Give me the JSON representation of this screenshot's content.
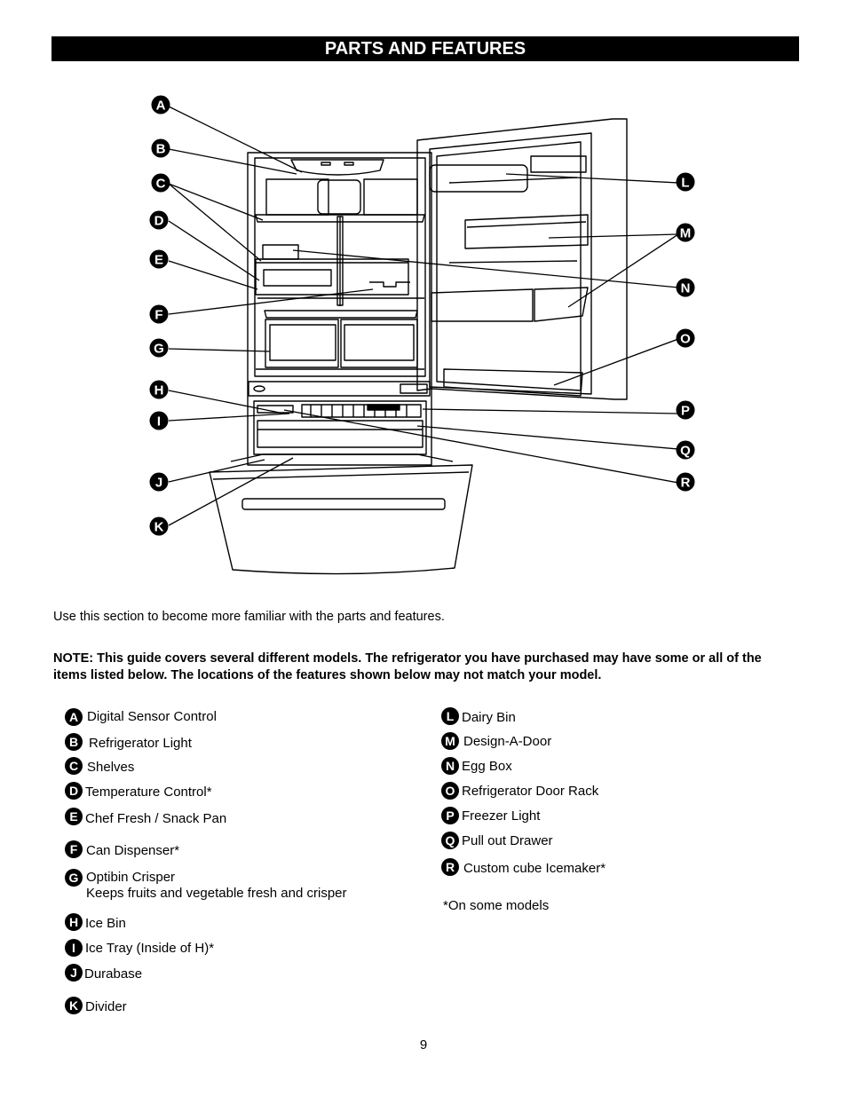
{
  "header": {
    "title": "PARTS AND FEATURES"
  },
  "intro": "Use this section to become more familiar with the parts and features.",
  "note": "NOTE: This guide covers several different models. The refrigerator you have purchased may have some or all of the items listed below. The locations of the features shown below may not match your model.",
  "callouts": [
    "A",
    "B",
    "C",
    "D",
    "E",
    "F",
    "G",
    "H",
    "I",
    "J",
    "K",
    "L",
    "M",
    "N",
    "O",
    "P",
    "Q",
    "R"
  ],
  "left_items": [
    {
      "letter": "A",
      "label": "Digital Sensor Control"
    },
    {
      "letter": "B",
      "label": "Refrigerator Light"
    },
    {
      "letter": "C",
      "label": "Shelves"
    },
    {
      "letter": "D",
      "label": "Temperature Control*"
    },
    {
      "letter": "E",
      "label": "Chef Fresh / Snack Pan"
    },
    {
      "letter": "F",
      "label": "Can Dispenser*"
    },
    {
      "letter": "G",
      "label": "Optibin Crisper",
      "sublabel": "Keeps fruits and vegetable fresh and crisper"
    },
    {
      "letter": "H",
      "label": "Ice Bin"
    },
    {
      "letter": "I",
      "label": "Ice Tray (Inside of H)*"
    },
    {
      "letter": "J",
      "label": "Durabase"
    },
    {
      "letter": "K",
      "label": "Divider"
    }
  ],
  "right_items": [
    {
      "letter": "L",
      "label": "Dairy Bin"
    },
    {
      "letter": "M",
      "label": "Design-A-Door"
    },
    {
      "letter": "N",
      "label": "Egg Box"
    },
    {
      "letter": "O",
      "label": "Refrigerator Door Rack"
    },
    {
      "letter": "P",
      "label": "Freezer Light"
    },
    {
      "letter": "Q",
      "label": "Pull out Drawer"
    },
    {
      "letter": "R",
      "label": "Custom cube Icemaker*"
    }
  ],
  "footnote": "*On some models",
  "page_number": "9"
}
